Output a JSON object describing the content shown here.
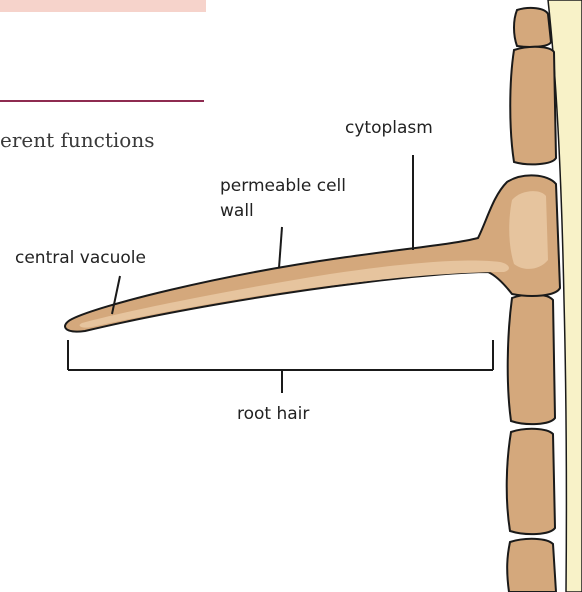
{
  "page": {
    "partial_text": "erent functions"
  },
  "diagram": {
    "labels": {
      "cytoplasm": "cytoplasm",
      "cell_wall_line1": "permeable cell",
      "cell_wall_line2": "wall",
      "vacuole": "central vacuole",
      "root_hair": "root hair"
    }
  },
  "colors": {
    "cell_fill": "#d4a87c",
    "cell_outline": "#1a1a1a",
    "vacuole_fill": "#e6c49e",
    "stele_fill": "#f8f2c8",
    "accent_band": "#f6d3cb",
    "rule": "#8e2b50"
  }
}
